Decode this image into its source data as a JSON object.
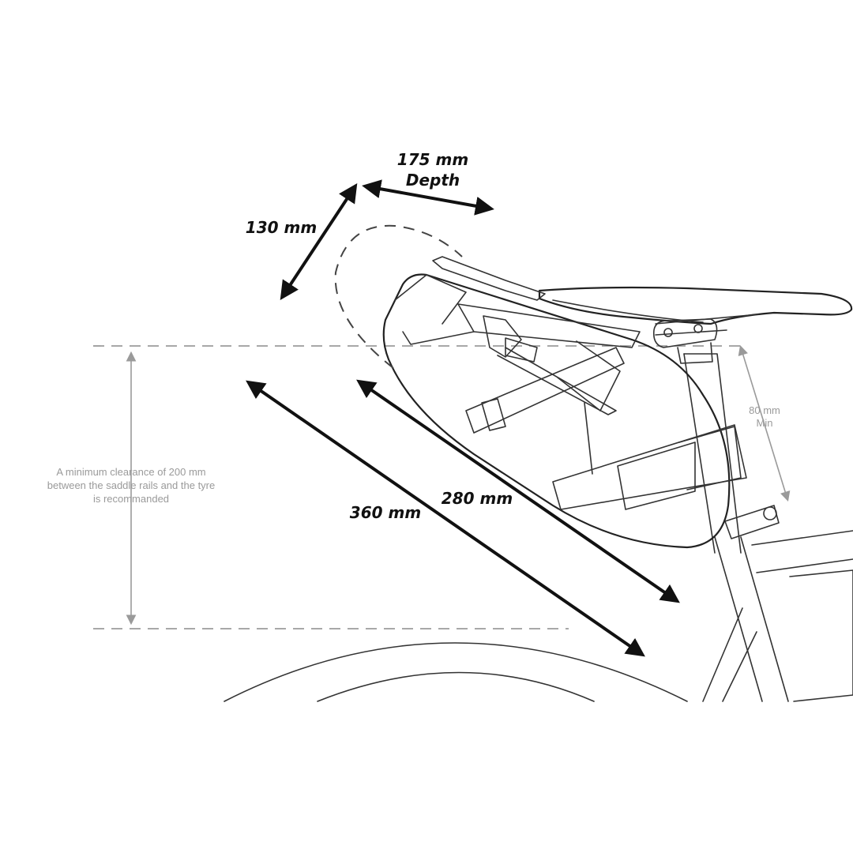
{
  "labels": {
    "depth_value": "175 mm",
    "depth_word": "Depth",
    "height": "130 mm",
    "length_bag": "280 mm",
    "length_max": "360 mm",
    "seatpost_gap_value": "80 mm",
    "seatpost_gap_word": "Min",
    "clearance_line1": "A minimum clearance of 200 mm",
    "clearance_line2": "between the saddle rails and the tyre",
    "clearance_line3": "is recommanded"
  },
  "colors": {
    "ink": "#222222",
    "note": "#9a9a9a"
  }
}
